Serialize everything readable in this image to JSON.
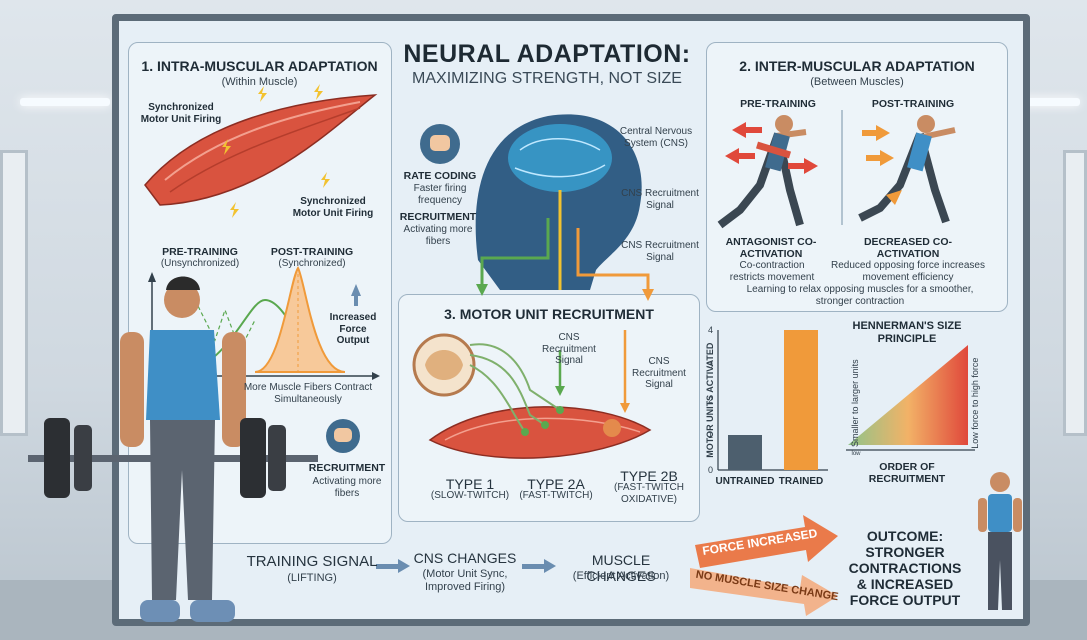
{
  "title": "NEURAL ADAPTATION:",
  "subtitle": "MAXIMIZING STRENGTH, NOT SIZE",
  "intra": {
    "heading": "1. INTRA-MUSCULAR ADAPTATION",
    "sub": "(Within Muscle)",
    "sync_label_1": "Synchronized Motor Unit Firing",
    "sync_label_2": "Synchronized Motor Unit Firing",
    "pre_label": "PRE-TRAINING",
    "pre_sub": "(Unsynchronized)",
    "post_label": "POST-TRAINING",
    "post_sub": "(Synchronized)",
    "increased_force": "Increased Force Output",
    "more_fibers": "More Muscle Fibers Contract Simultaneously",
    "recruitment": "RECRUITMENT",
    "recruitment_sub": "Activating more fibers"
  },
  "cns": {
    "label": "Central Nervous System (CNS)",
    "rate_coding": "RATE CODING",
    "rate_coding_sub": "Faster firing frequency",
    "recruitment": "RECRUITMENT",
    "recruitment_sub": "Activating more fibers",
    "signal_1": "CNS Recruitment Signal",
    "signal_2": "CNS Recruitment Signal"
  },
  "inter": {
    "heading": "2. INTER-MUSCULAR ADAPTATION",
    "sub": "(Between Muscles)",
    "pre": "PRE-TRAINING",
    "post": "POST-TRAINING",
    "antagonist": "ANTAGONIST CO-ACTIVATION",
    "antagonist_sub": "Co-contraction restricts movement",
    "decreased": "DECREASED CO-ACTIVATION",
    "decreased_sub": "Reduced opposing force increases movement efficiency",
    "learning": "Learning to relax opposing muscles for a smoother, stronger contraction"
  },
  "motor": {
    "heading": "3. MOTOR UNIT RECRUITMENT",
    "signal_1": "CNS Recruitment Signal",
    "signal_2": "CNS Recruitment Signal",
    "type1": "TYPE 1",
    "type1_sub": "(SLOW-TWITCH)",
    "type2a": "TYPE 2A",
    "type2a_sub": "(FAST-TWITCH)",
    "type2b": "TYPE 2B",
    "type2b_sub": "(FAST-TWITCH OXIDATIVE)"
  },
  "chart_data": [
    {
      "type": "bar",
      "ylabel": "MOTOR UNITS ACTIVATED",
      "categories": [
        "UNTRAINED",
        "TRAINED"
      ],
      "values": [
        1,
        4
      ],
      "ylim": [
        0,
        4
      ],
      "yticks": [
        "0",
        "1",
        "2",
        "3",
        "4"
      ],
      "colors": [
        "#4d5f6e",
        "#f09a3a"
      ]
    }
  ],
  "henneman": {
    "title": "HENNERMAN'S SIZE PRINCIPLE",
    "left_label": "Smaller to larger units",
    "right_label": "Low force to high force",
    "x_label": "ORDER OF RECRUITMENT",
    "x_small": "low"
  },
  "flow": {
    "step1": "TRAINING SIGNAL",
    "step1_sub": "(LIFTING)",
    "step2": "CNS CHANGES",
    "step2_sub": "(Motor Unit Sync, Improved Firing)",
    "step3": "MUSCLE CHANGES",
    "step3_sub": "(Efficient Activation)",
    "arrow_up": "FORCE INCREASED",
    "arrow_down": "NO MUSCLE SIZE CHANGE",
    "outcome": "OUTCOME: STRONGER CONTRACTIONS & INCREASED FORCE OUTPUT"
  },
  "colors": {
    "orange": "#f09a3a",
    "green": "#5aa84f",
    "muscle": "#d9533f",
    "slate": "#4d5f6e"
  }
}
